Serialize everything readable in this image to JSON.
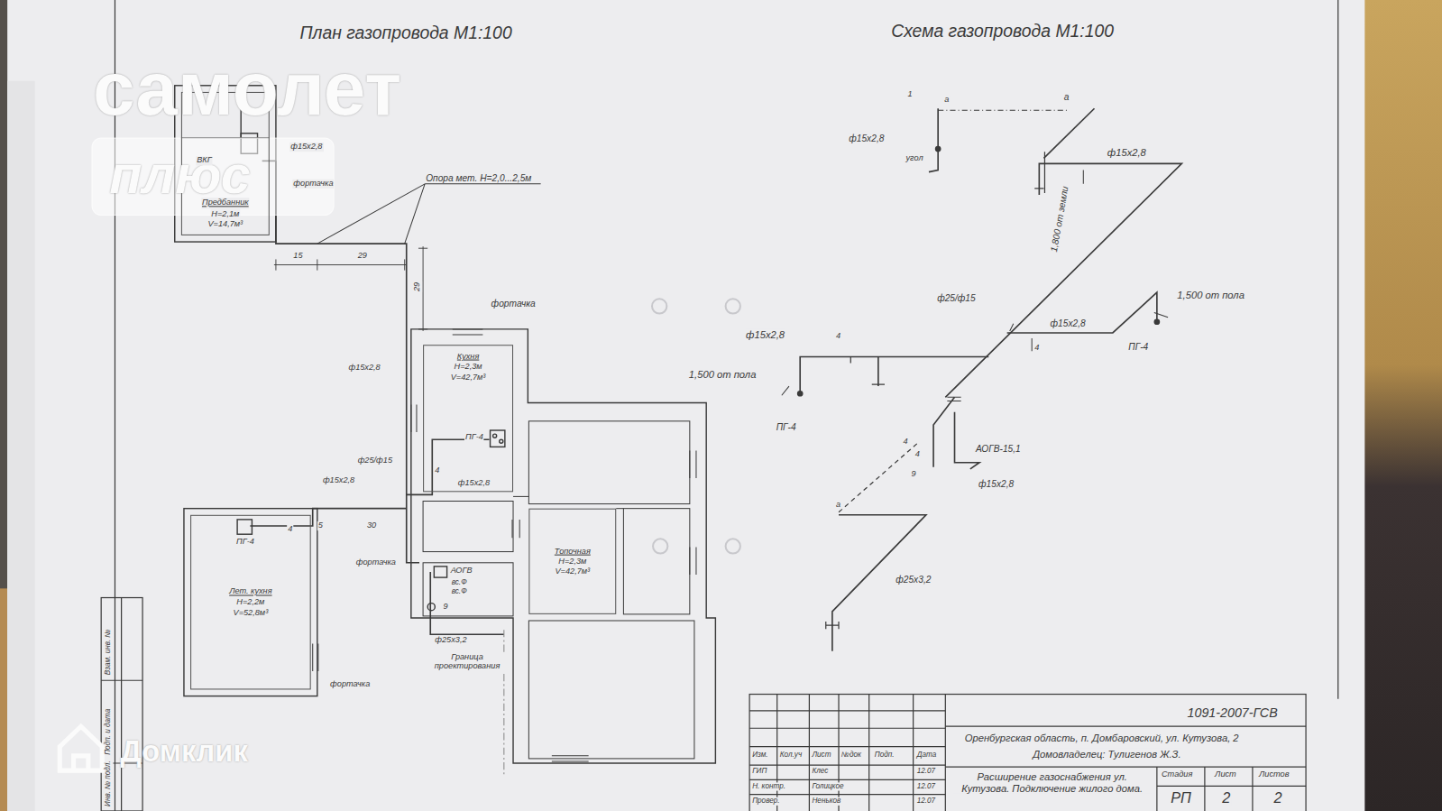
{
  "diagram": {
    "title": "План газопровода М1:100",
    "nodes": [
      {
        "text": [
          "Предбанник",
          "H=2,1м",
          "V=14,7м³"
        ]
      },
      {
        "text": [
          "Кухня",
          "H=2,3м",
          "V=42,7м³"
        ]
      },
      {
        "text": [
          "Топочная",
          "H=2,3м",
          "V=42,7м³"
        ]
      },
      {
        "text": [
          "Лет. кухня",
          "H=2,2м",
          "V=52,8м³"
        ]
      }
    ],
    "labels": [
      "Схема газопровода М1:100",
      "самолет",
      "плюс",
      "Домклик",
      "ф15х2,8",
      "ВКГ",
      "фортачка",
      "Опора мет. H=2,0...2,5м",
      "15",
      "29",
      "29",
      "фортачка",
      "ф15х2,8",
      "ПГ-4",
      "ф25/ф15",
      "4",
      "ф15х2,8",
      "ф15х2,8",
      "5",
      "4",
      "30",
      "ПГ-4",
      "фортачка",
      "АОГВ",
      "вс.Ф",
      "вс.Ф",
      "9",
      "ф25х3,2",
      "Граница проектирования",
      "фортачка",
      "1",
      "а",
      "ф15х2,8",
      "угол",
      "а",
      "ф15х2,8",
      "1,800 от земли",
      "ф25/ф15",
      "ф15х2,8",
      "1,500 от пола",
      "ПГ-4",
      "ф15х2,8",
      "4",
      "4",
      "1,500 от пола",
      "ПГ-4",
      "4",
      "4",
      "АОГВ-15,1",
      "9",
      "ф15х2,8",
      "а",
      "ф25х3,2",
      "1091-2007-ГСВ",
      "Оренбургская область, п. Домбаровский, ул. Кутузова, 2",
      "Домовладелец: Тулигенов Ж.З.",
      "Изм.",
      "Кол.уч",
      "Лист",
      "№док",
      "Подп.",
      "Дата",
      "ГИП",
      "Клес",
      "12.07",
      "Н. контр.",
      "Голицкое",
      "12.07",
      "Провер.",
      "Неньков",
      "12.07",
      "Расширение газоснабжения ул. Кутузова. Подключение жилого дома.",
      "Стадия",
      "Лист",
      "Листов",
      "РП",
      "2",
      "2",
      "Взам. инв. №",
      "Подп. и дата",
      "Инв. № подл."
    ]
  }
}
